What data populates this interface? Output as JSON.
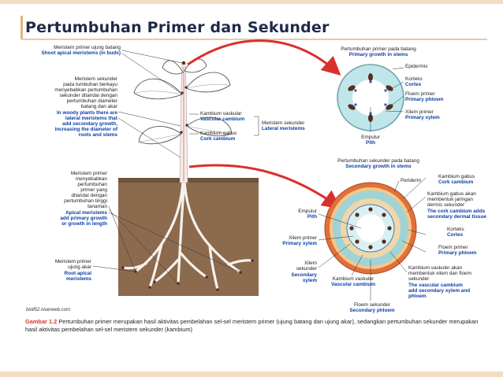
{
  "title": "Pertumbuhan Primer dan Sekunder",
  "source": "bioll52.niserweb.com",
  "caption": {
    "number": "Gambar 1.2",
    "text": "Pertumbuhan primer merupakan hasil aktivitas pembelahan sel-sel meristem primer (ujung batang dan ujung akar), sedangkan pertumbuhan sekunder merupakan hasil aktivitas pembelahan sel-sel meristem sekunder (kambium)"
  },
  "left_labels": {
    "shoot_meristem": [
      "Meristem primer ujung batang",
      "Shoot apical meristems (in buds)"
    ],
    "lateral_meristem_id": [
      "Meristem sekunder",
      "pada tumbuhan berkayu",
      "menyebabkan pertumbuhan",
      "sekunder ditandai dengan",
      "pertumbuhan diameter",
      "batang dan akar"
    ],
    "lateral_meristem_en": [
      "In woody plants there are",
      "lateral meristems that",
      "add secondary growth,",
      "increasing the diameter of",
      "roots and stems"
    ],
    "apical_meristem_id": [
      "Meristem primer",
      "menyebabkan",
      "pertumbuhan",
      "primer yang",
      "ditandai dengan",
      "pertumbuhan tinggi",
      "tanaman"
    ],
    "apical_meristem_en": [
      "Apical meristems",
      "add primary growth",
      "or growth in length"
    ],
    "root_meristem_id": [
      "Meristem primer",
      "ujung akar"
    ],
    "root_meristem_en": [
      "Root apical",
      "meristems"
    ]
  },
  "middle_labels": {
    "vascular_cambium": [
      "Kambium vaskular",
      "Vascular cambium"
    ],
    "cork_cambium": [
      "Kambium gabus",
      "Cork cambium"
    ],
    "lateral_meristems": [
      "Meristem sekunder",
      "Lateral meristems"
    ]
  },
  "primary_section": {
    "heading": [
      "Pertumbuhan primer pada batang",
      "Primary growth in stems"
    ],
    "epidermis": "Epidermis",
    "cortex": [
      "Korteks",
      "Cortex"
    ],
    "primary_phloem": [
      "Floem primer",
      "Primary phloem"
    ],
    "primary_xylem": [
      "Xilem primer",
      "Primary xylem"
    ],
    "pith": [
      "Empulur",
      "Pith"
    ]
  },
  "secondary_section": {
    "heading": [
      "Pertumbuhan sekunder pada batang",
      "Secondary growth in stems"
    ],
    "periderm": "Periderm",
    "cork_cambium": [
      "Kambium gabus",
      "Cork cambium"
    ],
    "cork_note_id": [
      "Kambium gabus akan",
      "membentuk jaringan",
      "dermis sekunder"
    ],
    "cork_note_en": [
      "The cork cambium adds",
      "secondary dermal tissue"
    ],
    "cortex": [
      "Korteks",
      "Cortex"
    ],
    "primary_phloem": [
      "Floem primer",
      "Primary phloem"
    ],
    "vascular_note_id": [
      "Kambium vaskuler akan",
      "membentuk xilem dan floem",
      "sekunder"
    ],
    "vascular_note_en": [
      "The vascular cambium",
      "add secondary xylem and",
      "phloem"
    ],
    "pith": [
      "Empulur",
      "Pith"
    ],
    "primary_xylem": [
      "Xilem primer",
      "Primary xylem"
    ],
    "secondary_xylem": [
      "Xilem",
      "sekunder",
      "Secondary",
      "xylem"
    ],
    "vascular_cambium": [
      "Kambium vaskuler",
      "Vascular cambium"
    ],
    "secondary_phloem": [
      "Floem sekunder",
      "Secondary phloem"
    ]
  },
  "colors": {
    "soil": "#8b6a4e",
    "title": "#1f2a4a",
    "arrow": "#d9302c",
    "label_english": "#0a3fa8",
    "bark": "#e2703a",
    "cortex": "#9fd3d6"
  }
}
